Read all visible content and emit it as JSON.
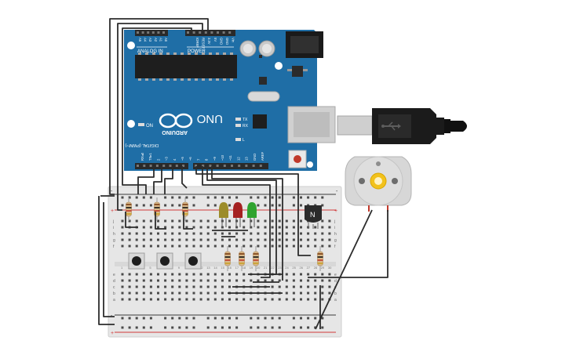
{
  "board": {
    "logo_text": "ARDUINO",
    "model": "UNO",
    "power_label": "POWER",
    "analog_label": "ANALOG IN",
    "digital_label": "DIGITAL (PWM~)",
    "power_pins": [
      "IOREF",
      "RESET",
      "3.3V",
      "5V",
      "GND",
      "GND",
      "Vin"
    ],
    "analog_pins": [
      "A0",
      "A1",
      "A2",
      "A3",
      "A4",
      "A5"
    ],
    "digital_pins": [
      "AREF",
      "GND",
      "13",
      "12",
      "~11",
      "~10",
      "~9",
      "8",
      "7",
      "~6",
      "~5",
      "4",
      "~3",
      "2",
      "TX▸1",
      "RX◂0"
    ],
    "on_label": "ON",
    "l_label": "L",
    "tx_label": "TX",
    "rx_label": "RX",
    "colors": {
      "board": "#1f6ea6",
      "header": "#2a2a2a",
      "text": "#ffffff"
    }
  },
  "breadboard": {
    "row_labels_left": [
      "j",
      "i",
      "h",
      "g",
      "f",
      "e",
      "d",
      "c",
      "b",
      "a"
    ],
    "rail_plus": "+",
    "rail_minus": "-",
    "column_numbers": [
      "1",
      "2",
      "3",
      "4",
      "5",
      "6",
      "7",
      "8",
      "9",
      "10",
      "11",
      "12",
      "13",
      "14",
      "15",
      "16",
      "17",
      "18",
      "19",
      "20",
      "21",
      "22",
      "23",
      "24",
      "25",
      "26",
      "27",
      "28",
      "29",
      "30"
    ],
    "colors": {
      "body": "#e8e8e8",
      "rail_red": "#d23b3b",
      "rail_dark": "#3a3a3a"
    }
  },
  "transistor": {
    "label": "N"
  },
  "leds": [
    {
      "color": "#9c8c2a"
    },
    {
      "color": "#a52121"
    },
    {
      "color": "#2fa32f"
    }
  ],
  "motor": {
    "accent": "#f2c21c"
  },
  "usb_cable": {
    "color": "#1b1b1b"
  }
}
